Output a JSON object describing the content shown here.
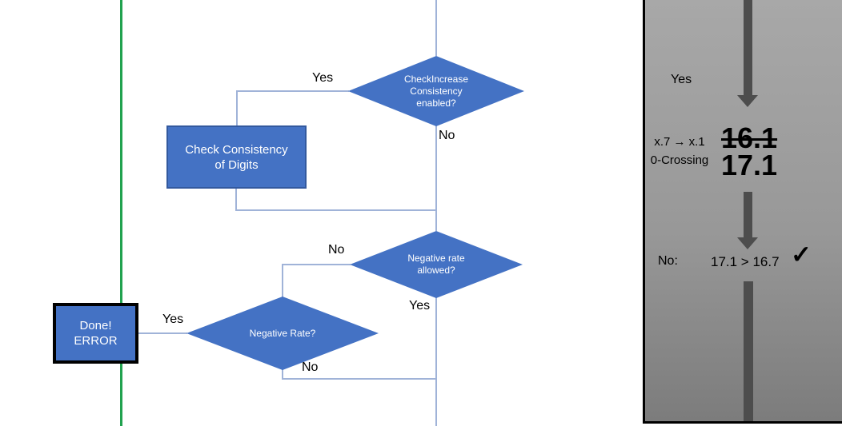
{
  "colors": {
    "shape_fill": "#4472C4",
    "shape_border": "#33599E",
    "connector": "#A0B3D8",
    "green_line": "#21A24F",
    "arrow_gray": "#4D4D4D",
    "panel_top": "#A8A8A8",
    "panel_bottom": "#7C7C7C",
    "panel_border": "#000000",
    "node_text": "#FFFFFF",
    "label_text": "#000000"
  },
  "flowchart": {
    "nodes": {
      "check_increase": {
        "label": "CheckIncrease\nConsistency\nenabled?"
      },
      "check_consistency": {
        "label": "Check Consistency\nof Digits"
      },
      "negative_rate_allowed": {
        "label": "Negative rate\nallowed?"
      },
      "negative_rate": {
        "label": "Negative Rate?"
      },
      "done_error": {
        "label": "Done!\nERROR"
      }
    },
    "edge_labels": {
      "yes_top": "Yes",
      "no_top": "No",
      "no_mid": "No",
      "yes_mid": "Yes",
      "yes_done": "Yes",
      "no_bottom": "No"
    }
  },
  "panel": {
    "yes_label": "Yes",
    "note": "x.7 → x.1\n0-Crossing",
    "old_value": "16.1",
    "new_value": "17.1",
    "result_prefix": "No:",
    "result_comparison": "17.1 > 16.7",
    "checkmark": "✓"
  }
}
